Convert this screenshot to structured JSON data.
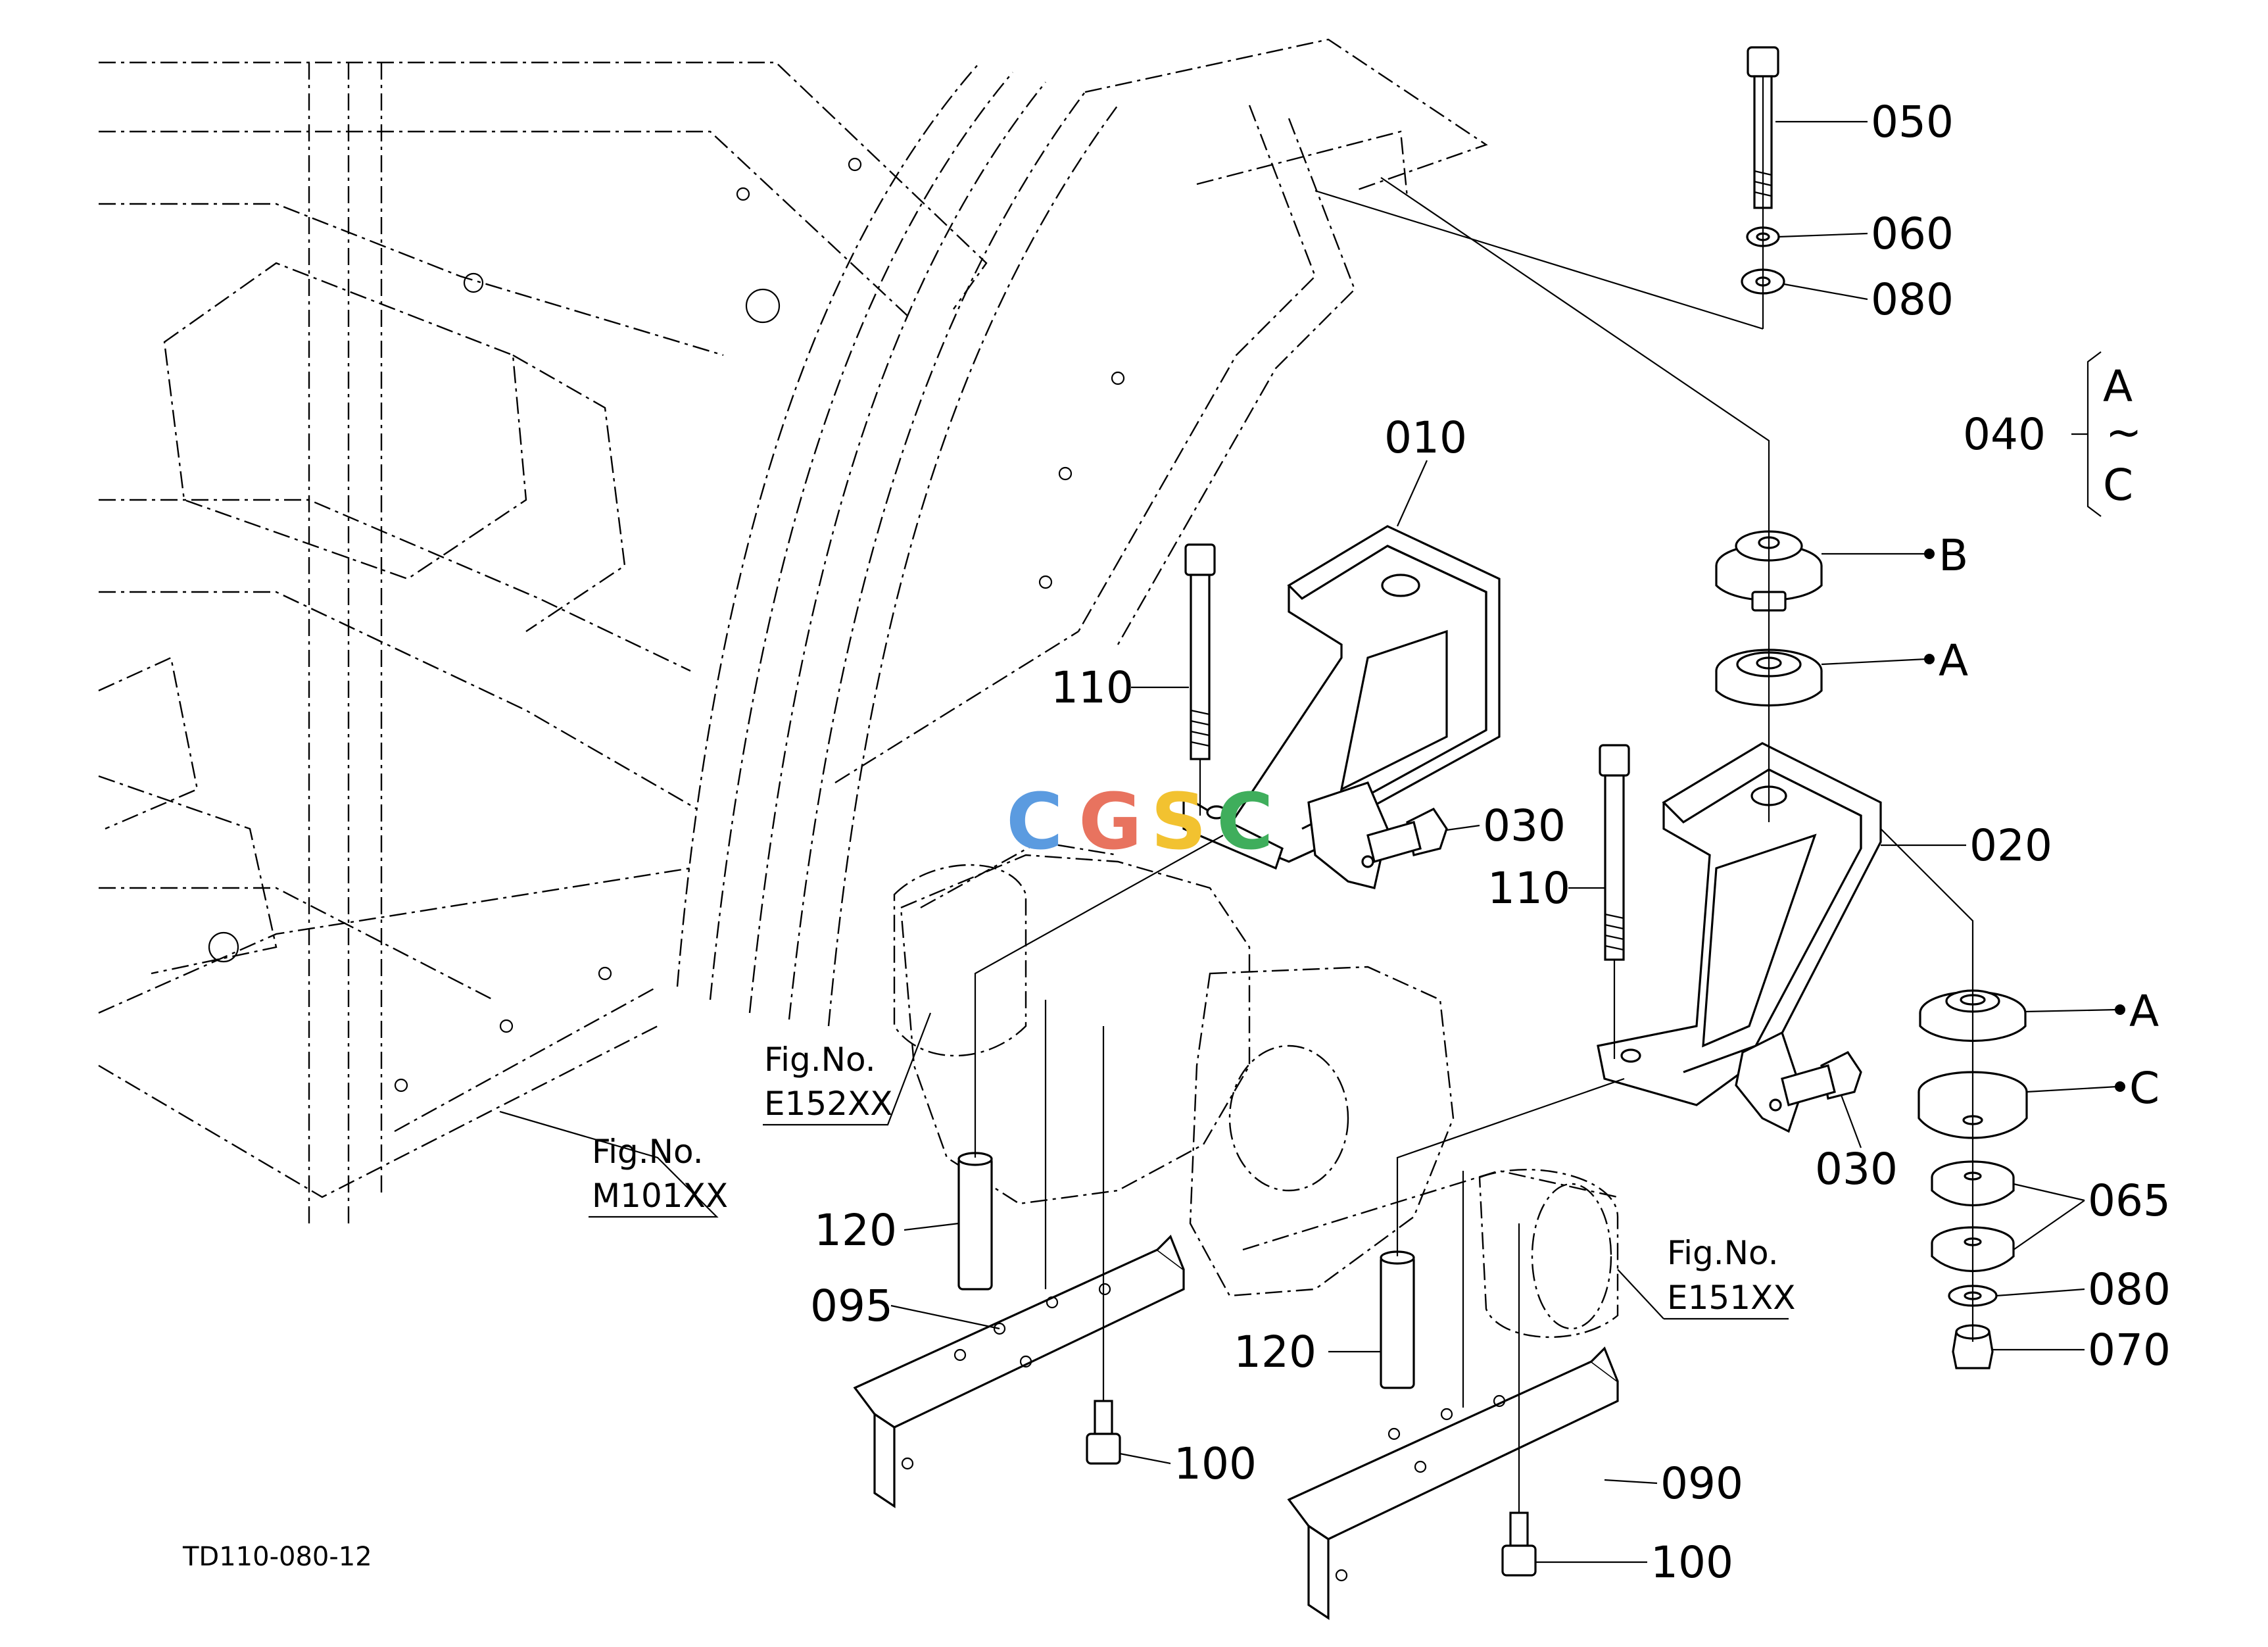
{
  "drawing_code": "TD110-080-12",
  "watermark": {
    "letters": [
      "C",
      "G",
      "S",
      "C"
    ],
    "colors": [
      "#5B9BE0",
      "#E8735F",
      "#F2C230",
      "#3FAE5C"
    ]
  },
  "part_labels": {
    "p010": "010",
    "p020": "020",
    "p030_top": "030",
    "p030_bottom": "030",
    "p040": "040",
    "p050": "050",
    "p060": "060",
    "p065": "065",
    "p070": "070",
    "p080_top": "080",
    "p080_bottom": "080",
    "p090": "090",
    "p095": "095",
    "p100_left": "100",
    "p100_right": "100",
    "p110_left": "110",
    "p110_right": "110",
    "p120_left": "120",
    "p120_right": "120"
  },
  "variant_labels": {
    "range_start": "A",
    "range_sep": "~",
    "range_end": "C",
    "b_top": "B",
    "a_top": "A",
    "a_bottom": "A",
    "c_bottom": "C"
  },
  "figure_refs": {
    "e152": {
      "line1": "Fig.No.",
      "line2": "E152XX"
    },
    "m101": {
      "line1": "Fig.No.",
      "line2": "M101XX"
    },
    "e151": {
      "line1": "Fig.No.",
      "line2": "E151XX"
    }
  }
}
